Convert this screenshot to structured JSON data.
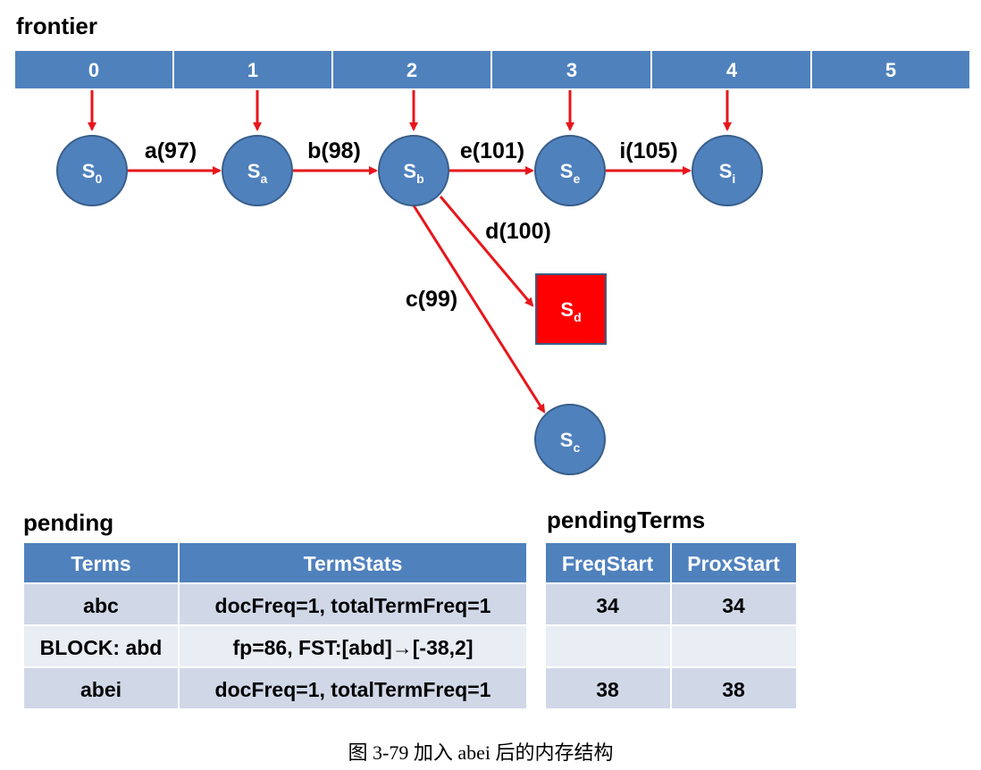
{
  "frontier": {
    "label": "frontier",
    "slots": [
      "0",
      "1",
      "2",
      "3",
      "4",
      "5"
    ]
  },
  "nodes": {
    "s0": {
      "main": "S",
      "sub": "0"
    },
    "sa": {
      "main": "S",
      "sub": "a"
    },
    "sb": {
      "main": "S",
      "sub": "b"
    },
    "se": {
      "main": "S",
      "sub": "e"
    },
    "si": {
      "main": "S",
      "sub": "i"
    },
    "sd": {
      "main": "S",
      "sub": "d"
    },
    "sc": {
      "main": "S",
      "sub": "c"
    }
  },
  "edges": {
    "a": "a(97)",
    "b": "b(98)",
    "e": "e(101)",
    "i": "i(105)",
    "d": "d(100)",
    "c": "c(99)"
  },
  "pending": {
    "title": "pending",
    "headers": [
      "Terms",
      "TermStats"
    ],
    "rows": [
      [
        "abc",
        "docFreq=1, totalTermFreq=1"
      ],
      [
        "BLOCK: abd",
        "fp=86, FST:[abd]→[-38,2]"
      ],
      [
        "abei",
        "docFreq=1, totalTermFreq=1"
      ]
    ]
  },
  "pendingTerms": {
    "title": "pendingTerms",
    "headers": [
      "FreqStart",
      "ProxStart"
    ],
    "rows": [
      [
        "34",
        "34"
      ],
      [
        "",
        ""
      ],
      [
        "38",
        "38"
      ]
    ]
  },
  "caption": "图 3-79 加入 abei 后的内存结构",
  "colors": {
    "blue": "#4f81bd",
    "blue_border": "#385d8a",
    "red": "#ff0000",
    "arrow": "#e8161b",
    "row_dark": "#d0d8e8",
    "row_light": "#e9edf4"
  }
}
